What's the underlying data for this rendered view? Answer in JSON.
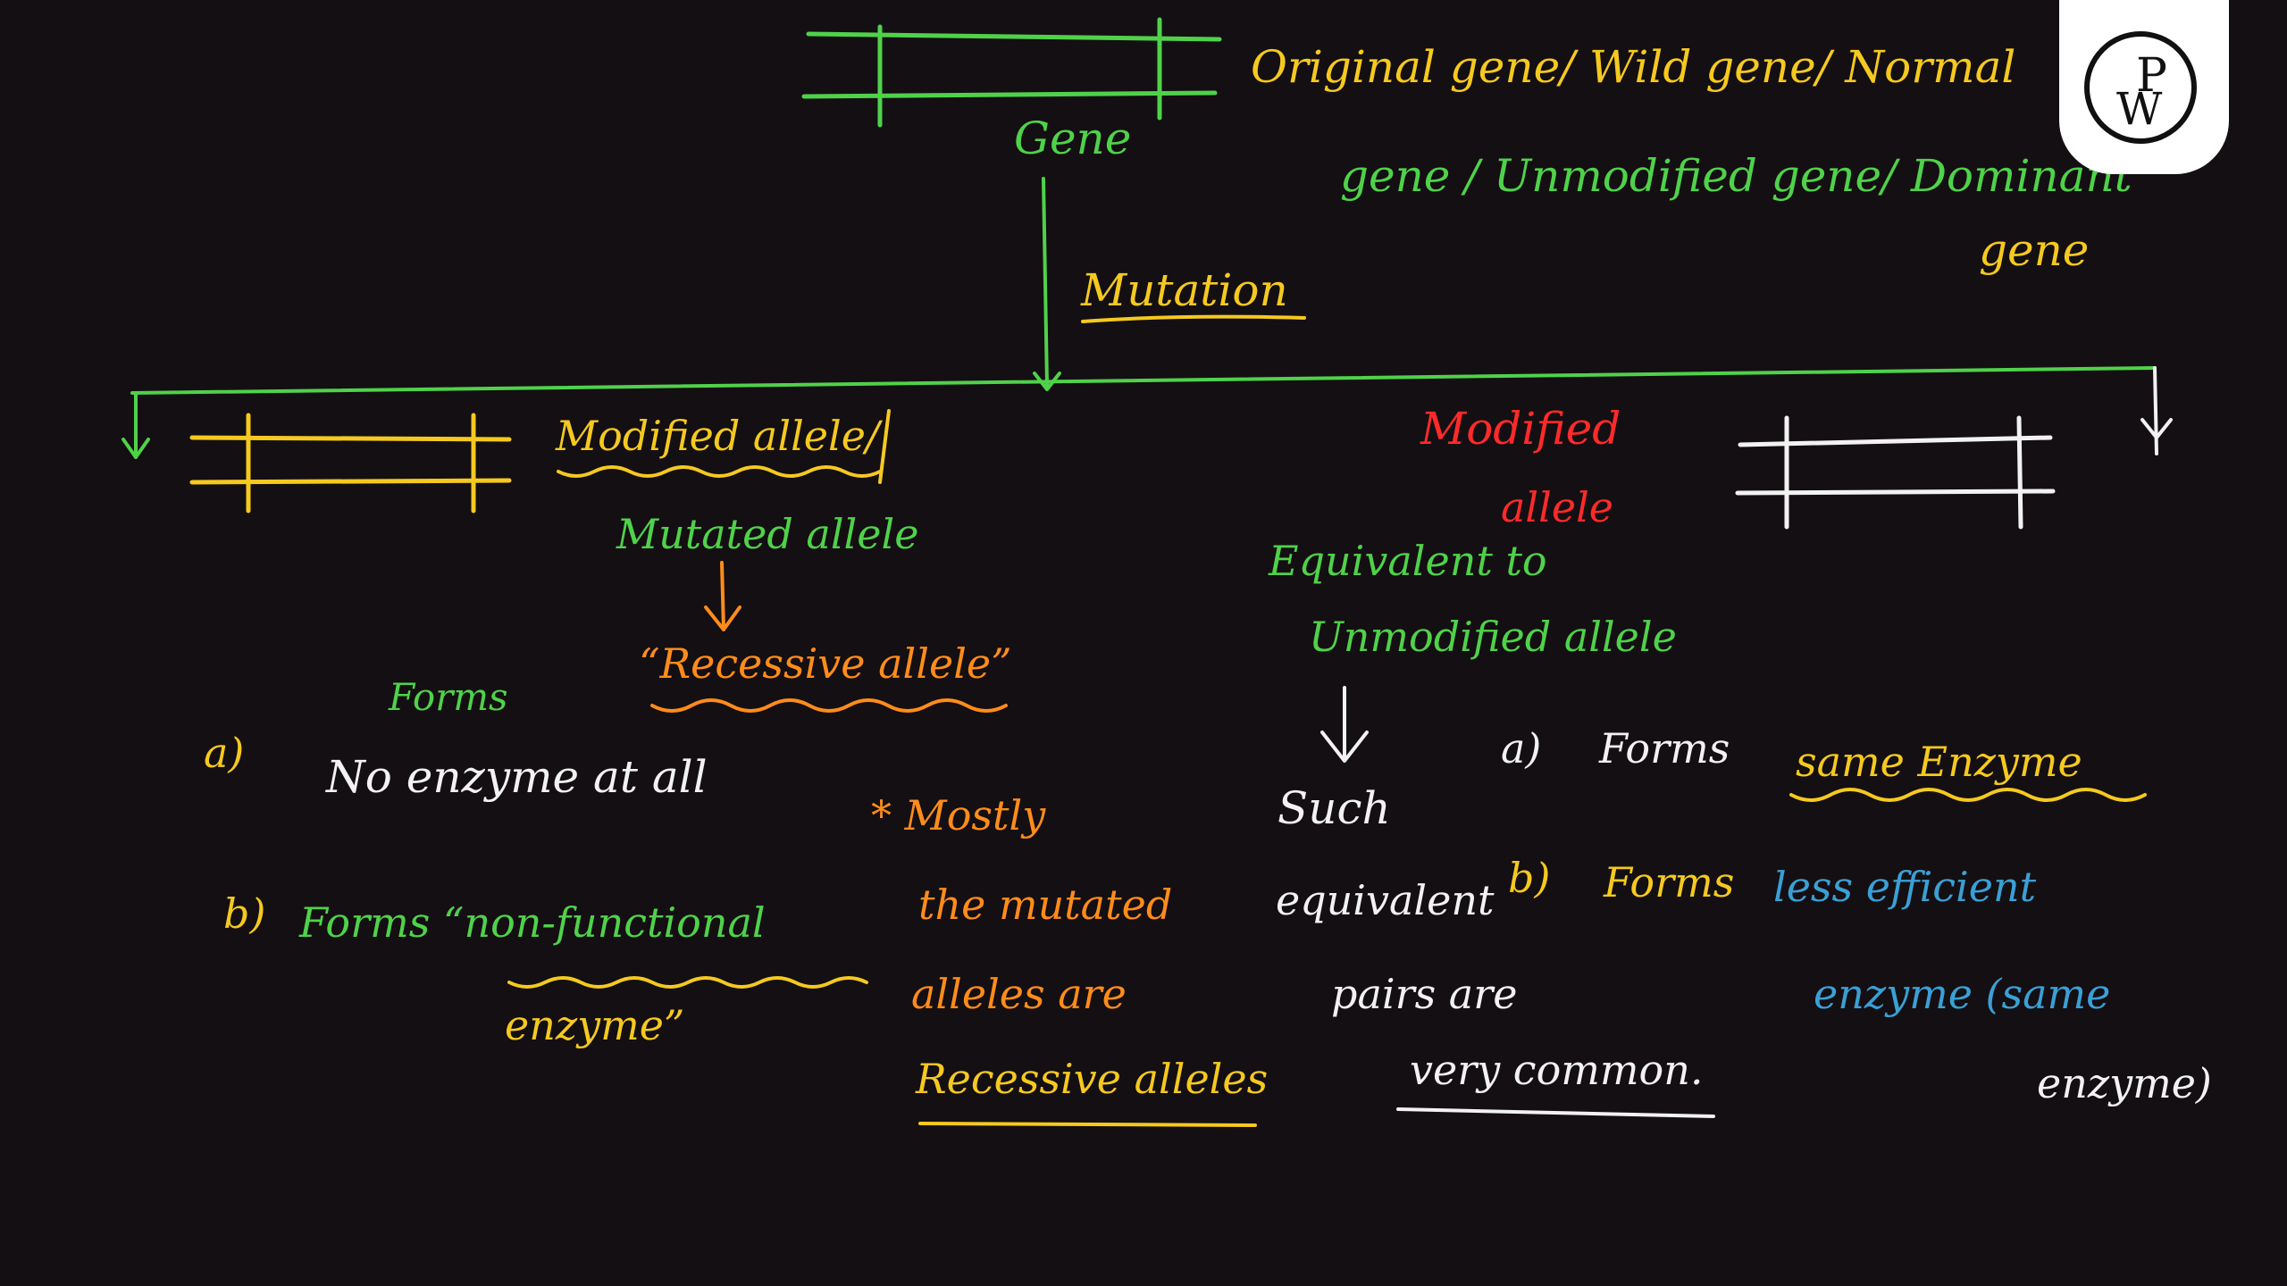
{
  "colors": {
    "green": "#4fd24a",
    "yellow": "#f5c91f",
    "orange": "#ff8c1a",
    "red": "#ff2a2a",
    "white": "#f2f2f2",
    "blue": "#3aa0d6"
  },
  "logo": {
    "letter_top": "P",
    "letter_bottom": "W"
  },
  "top": {
    "gene_label": "Gene",
    "desc_line1": "Original gene/ Wild gene/ Normal",
    "desc_line2": "gene / Unmodified gene/ Dominant",
    "desc_line3": "gene",
    "mutation_label": "Mutation"
  },
  "left": {
    "modified_allele": "Modified allele/",
    "mutated_allele": "Mutated allele",
    "recessive_allele": "“Recessive allele”",
    "forms": "Forms",
    "a_marker": "a)",
    "a_text": "No enzyme at all",
    "b_marker": "b)",
    "b_text_line1": "Forms “non-functional",
    "b_text_line2": "enzyme”"
  },
  "note": {
    "line1": "* Mostly",
    "line2": "the mutated",
    "line3": "alleles are",
    "line4": "Recessive alleles"
  },
  "right": {
    "modified_line1": "Modified",
    "modified_line2": "allele",
    "equiv_line1": "Equivalent to",
    "equiv_line2": "Unmodified allele",
    "such_line1": "Such",
    "such_line2": "equivalent",
    "such_line3": "pairs are",
    "such_line4": "very common."
  },
  "far_right": {
    "a_marker": "a)",
    "a_forms": "Forms",
    "a_enzyme": "same Enzyme",
    "b_marker": "b)",
    "b_forms": "Forms",
    "b_less": "less efficient",
    "b_line2": "enzyme (same",
    "b_line3": "enzyme)"
  }
}
